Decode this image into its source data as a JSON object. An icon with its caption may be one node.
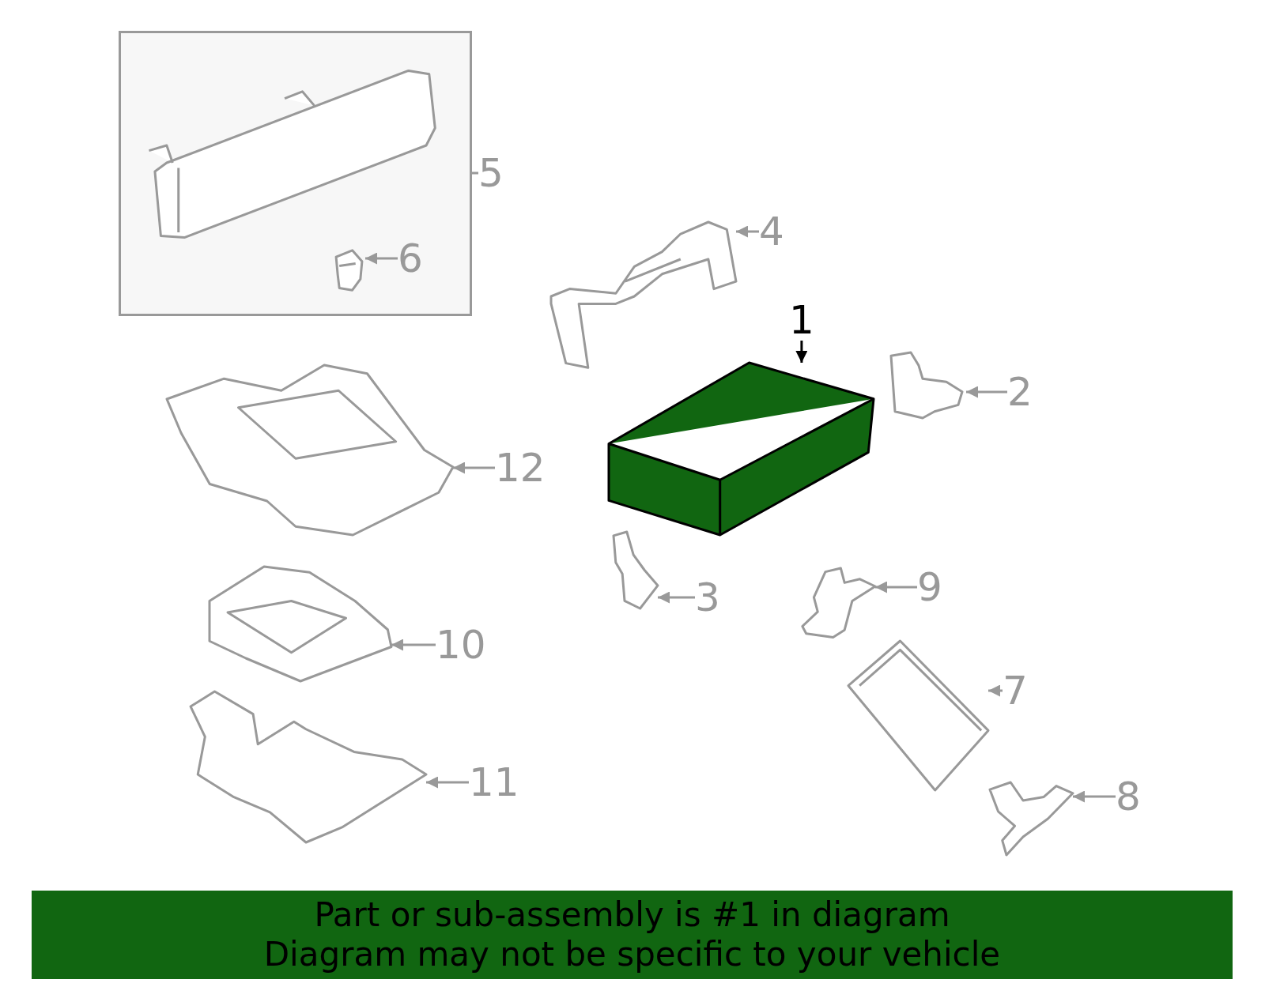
{
  "diagram": {
    "nodes": [
      {
        "text": [],
        "shape": "box"
      },
      {
        "text": [],
        "shape": "picture",
        "in": 0
      },
      {
        "text": [],
        "shape": "picture",
        "in": 0
      },
      {
        "text": [
          "6"
        ],
        "in": 0
      },
      {
        "text": [
          "5"
        ]
      },
      {
        "text": [],
        "shape": "picture"
      },
      {
        "text": [
          "4"
        ]
      },
      {
        "text": [
          "1"
        ]
      },
      {
        "text": [],
        "shape": "picture"
      },
      {
        "text": [],
        "shape": "picture"
      },
      {
        "text": [
          "2"
        ]
      },
      {
        "text": [],
        "shape": "picture"
      },
      {
        "text": [
          "12"
        ]
      },
      {
        "text": [],
        "shape": "picture"
      },
      {
        "text": [
          "3"
        ]
      },
      {
        "text": [],
        "shape": "picture"
      },
      {
        "text": [
          "9"
        ]
      },
      {
        "text": [],
        "shape": "picture"
      },
      {
        "text": [
          "10"
        ]
      },
      {
        "text": [],
        "shape": "picture"
      },
      {
        "text": [
          "7"
        ]
      },
      {
        "text": [],
        "shape": "picture"
      },
      {
        "text": [
          "11"
        ]
      },
      {
        "text": [],
        "shape": "picture"
      },
      {
        "text": [
          "8"
        ]
      },
      {
        "text": [
          "Part or sub-assembly is #1 in diagram",
          "Diagram may not be specific to your vehicle"
        ]
      }
    ],
    "edges": [
      {
        "from": 4,
        "to": 0,
        "arrow": "none"
      },
      {
        "from": 3,
        "to": 2,
        "arrow": "to"
      },
      {
        "from": 6,
        "to": 5,
        "arrow": "to"
      },
      {
        "from": 7,
        "to": 8,
        "arrow": "to",
        "color": "#000000"
      },
      {
        "from": 10,
        "to": 9,
        "arrow": "to"
      },
      {
        "from": 12,
        "to": 11,
        "arrow": "to"
      },
      {
        "from": 14,
        "to": 13,
        "arrow": "to"
      },
      {
        "from": 16,
        "to": 15,
        "arrow": "to"
      },
      {
        "from": 18,
        "to": 17,
        "arrow": "to"
      },
      {
        "from": 20,
        "to": 19,
        "arrow": "to"
      },
      {
        "from": 22,
        "to": 21,
        "arrow": "to"
      },
      {
        "from": 24,
        "to": 23,
        "arrow": "to"
      }
    ]
  }
}
